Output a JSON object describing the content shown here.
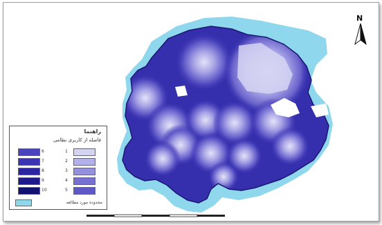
{
  "legend": {
    "title": "راهنما",
    "subtitle": "فاصله از کاربری نظامی",
    "classes": [
      {
        "label": "1",
        "color": "#d5d3f2"
      },
      {
        "label": "2",
        "color": "#b4b1ea"
      },
      {
        "label": "3",
        "color": "#9590de"
      },
      {
        "label": "4",
        "color": "#7670d2"
      },
      {
        "label": "5",
        "color": "#5f58c8"
      },
      {
        "label": "6",
        "color": "#4a43bd"
      },
      {
        "label": "7",
        "color": "#3a33b2"
      },
      {
        "label": "8",
        "color": "#2c25a2"
      },
      {
        "label": "9",
        "color": "#1e1a8e"
      },
      {
        "label": "10",
        "color": "#121070"
      }
    ],
    "study_area_label": "محدوده مورد مطالعه",
    "study_area_color": "#8fd7ec"
  },
  "north_arrow": {
    "letter": "N"
  }
}
